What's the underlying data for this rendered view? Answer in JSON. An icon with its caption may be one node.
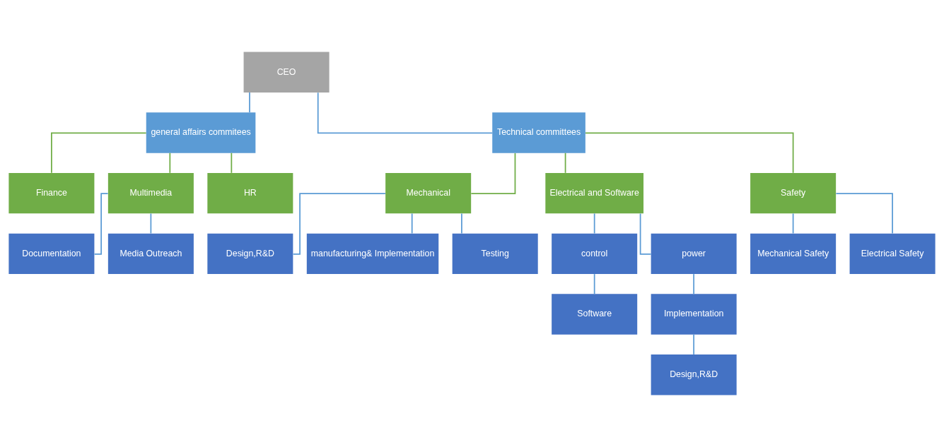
{
  "diagram": {
    "nodes": [
      {
        "text": [
          "CEO"
        ]
      },
      {
        "text": [
          "general affairs commitees"
        ]
      },
      {
        "text": [
          "Technical committees"
        ]
      },
      {
        "text": [
          "Finance"
        ]
      },
      {
        "text": [
          "Multimedia"
        ]
      },
      {
        "text": [
          "HR"
        ]
      },
      {
        "text": [
          "Mechanical"
        ]
      },
      {
        "text": [
          "Electrical and Software"
        ]
      },
      {
        "text": [
          "Safety"
        ]
      },
      {
        "text": [
          "Documentation"
        ]
      },
      {
        "text": [
          "Media Outreach"
        ]
      },
      {
        "text": [
          "Design,R&D"
        ]
      },
      {
        "text": [
          "manufacturing& Implementation"
        ]
      },
      {
        "text": [
          "Testing"
        ]
      },
      {
        "text": [
          "control"
        ]
      },
      {
        "text": [
          "power"
        ]
      },
      {
        "text": [
          "Software"
        ]
      },
      {
        "text": [
          "Implementation"
        ]
      },
      {
        "text": [
          "Design,R&D"
        ]
      },
      {
        "text": [
          "Mechanical Safety"
        ]
      },
      {
        "text": [
          "Electrical Safety"
        ]
      }
    ],
    "edges": [
      {
        "from": 0,
        "to": 1,
        "arrow": "none"
      },
      {
        "from": 0,
        "to": 2,
        "arrow": "none"
      },
      {
        "from": 1,
        "to": 3,
        "arrow": "none",
        "color": "#70ad47"
      },
      {
        "from": 1,
        "to": 4,
        "arrow": "none",
        "color": "#70ad47"
      },
      {
        "from": 1,
        "to": 5,
        "arrow": "none",
        "color": "#70ad47"
      },
      {
        "from": 2,
        "to": 6,
        "arrow": "none",
        "color": "#70ad47"
      },
      {
        "from": 2,
        "to": 7,
        "arrow": "none",
        "color": "#70ad47"
      },
      {
        "from": 2,
        "to": 8,
        "arrow": "none",
        "color": "#70ad47"
      },
      {
        "from": 4,
        "to": 9,
        "arrow": "none"
      },
      {
        "from": 4,
        "to": 10,
        "arrow": "none"
      },
      {
        "from": 6,
        "to": 11,
        "arrow": "none"
      },
      {
        "from": 6,
        "to": 12,
        "arrow": "none"
      },
      {
        "from": 6,
        "to": 13,
        "arrow": "none"
      },
      {
        "from": 7,
        "to": 14,
        "arrow": "none"
      },
      {
        "from": 7,
        "to": 15,
        "arrow": "none"
      },
      {
        "from": 14,
        "to": 16,
        "arrow": "none"
      },
      {
        "from": 15,
        "to": 17,
        "arrow": "none"
      },
      {
        "from": 17,
        "to": 18,
        "arrow": "none"
      },
      {
        "from": 8,
        "to": 19,
        "arrow": "none"
      },
      {
        "from": 8,
        "to": 20,
        "arrow": "none"
      }
    ]
  }
}
